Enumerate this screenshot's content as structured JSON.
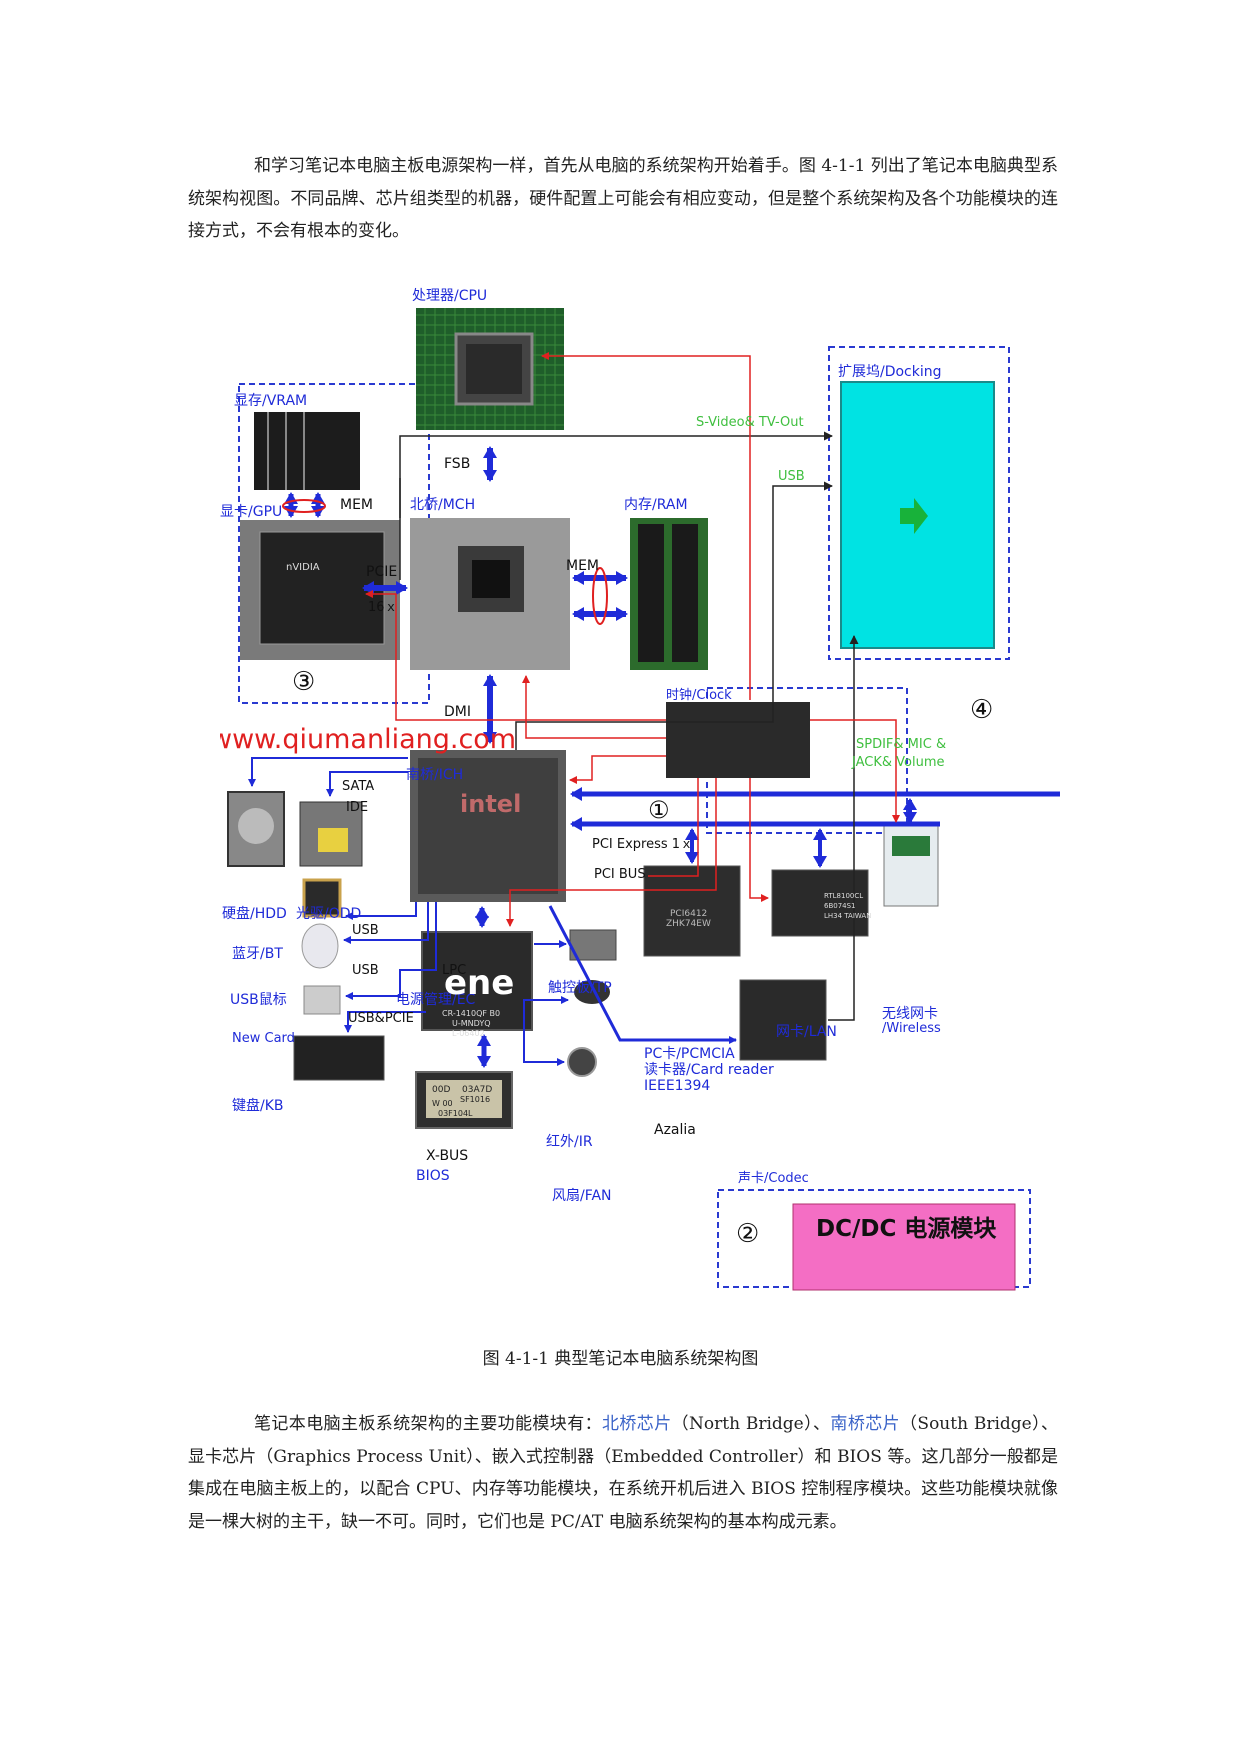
{
  "para1": "和学习笔记本电脑主板电源架构一样，首先从电脑的系统架构开始着手。图 4-1-1 列出了笔记本电脑典型系统架构视图。不同品牌、芯片组类型的机器，硬件配置上可能会有相应变动，但是整个系统架构及各个功能模块的连接方式，不会有根本的变化。",
  "diagram": {
    "cpu": "处理器/CPU",
    "vram": "显存/VRAM",
    "gpu": "显卡/GPU",
    "mem1": "MEM",
    "mch": "北桥/MCH",
    "ram": "内存/RAM",
    "mem2": "MEM",
    "fsb": "FSB",
    "pcie": "PCIE",
    "x16": "16ｘ",
    "svideo": "S-Video& TV-Out",
    "usb_top": "USB",
    "docking": "扩展坞/Docking",
    "dmi": "DMI",
    "clock": "时钟/Clock",
    "spdif1": "SPDIF& MIC &",
    "spdif2": "JACK& Volume",
    "watermark": "www.qiumanliang.com",
    "ich": "南桥/ICH",
    "sata": "SATA",
    "ide": "IDE",
    "pcie_x1": "PCI Express 1ｘ",
    "pci_bus": "PCI BUS",
    "hdd": "硬盘/HDD",
    "odd": "光驱/ODD",
    "usb1": "USB",
    "bt": "蓝牙/BT",
    "usb2": "USB",
    "lpc": "LPC",
    "usb_mouse": "USB鼠标",
    "ec": "电源管理/EC",
    "usb_pcie": "USB&PCIE",
    "newcard": "New Card",
    "kb": "键盘/KB",
    "tp": "触控板/TP",
    "ir": "红外/IR",
    "fan": "风扇/FAN",
    "xbus": "X-BUS",
    "bios": "BIOS",
    "pccard1": "PC卡/PCMCIA",
    "pccard2": "读卡器/Card reader",
    "pccard3": "IEEE1394",
    "lan": "网卡/LAN",
    "wireless1": "无线网卡",
    "wireless2": "/Wireless",
    "azalia": "Azalia",
    "codec": "声卡/Codec",
    "dcdc": "DC/DC 电源模块",
    "n1": "①",
    "n2": "②",
    "n3": "③",
    "n4": "④",
    "ene": "ene",
    "ene_code1": "CR-1410QF B0",
    "ene_code2": "U-MNDYQ",
    "ene_code3": "L-06402",
    "intel": "intel",
    "nvidia": "nVIDIA",
    "lan_chip1": "RTL8100CL",
    "lan_chip2": "6B074S1",
    "lan_chip3": "LH34 TAIWAN",
    "pcchip1": "PCI6412",
    "pcchip2": "ZHK74EW",
    "bios_chip1": "00D",
    "bios_chip2": "03A7D",
    "bios_chip3": "SF1016",
    "bios_chip4": "W 00",
    "bios_chip5": "03F104L"
  },
  "caption": "图 4-1-1 典型笔记本电脑系统架构图",
  "para2": {
    "t1": "笔记本电脑主板系统架构的主要功能模块有：",
    "l1": "北桥芯片",
    "t2": "（North Bridge）、",
    "l2": "南桥芯片",
    "t3": "（South Bridge）、显卡芯片（Graphics Process Unit）、嵌入式控制器（Embedded Controller）和 BIOS 等。这几部分一般都是集成在电脑主板上的，以配合 CPU、内存等功能模块，在系统开机后进入 BIOS 控制程序模块。这些功能模块就像是一棵大树的主干，缺一不可。同时，它们也是 PC/AT 电脑系统架构的基本构成元素。"
  }
}
